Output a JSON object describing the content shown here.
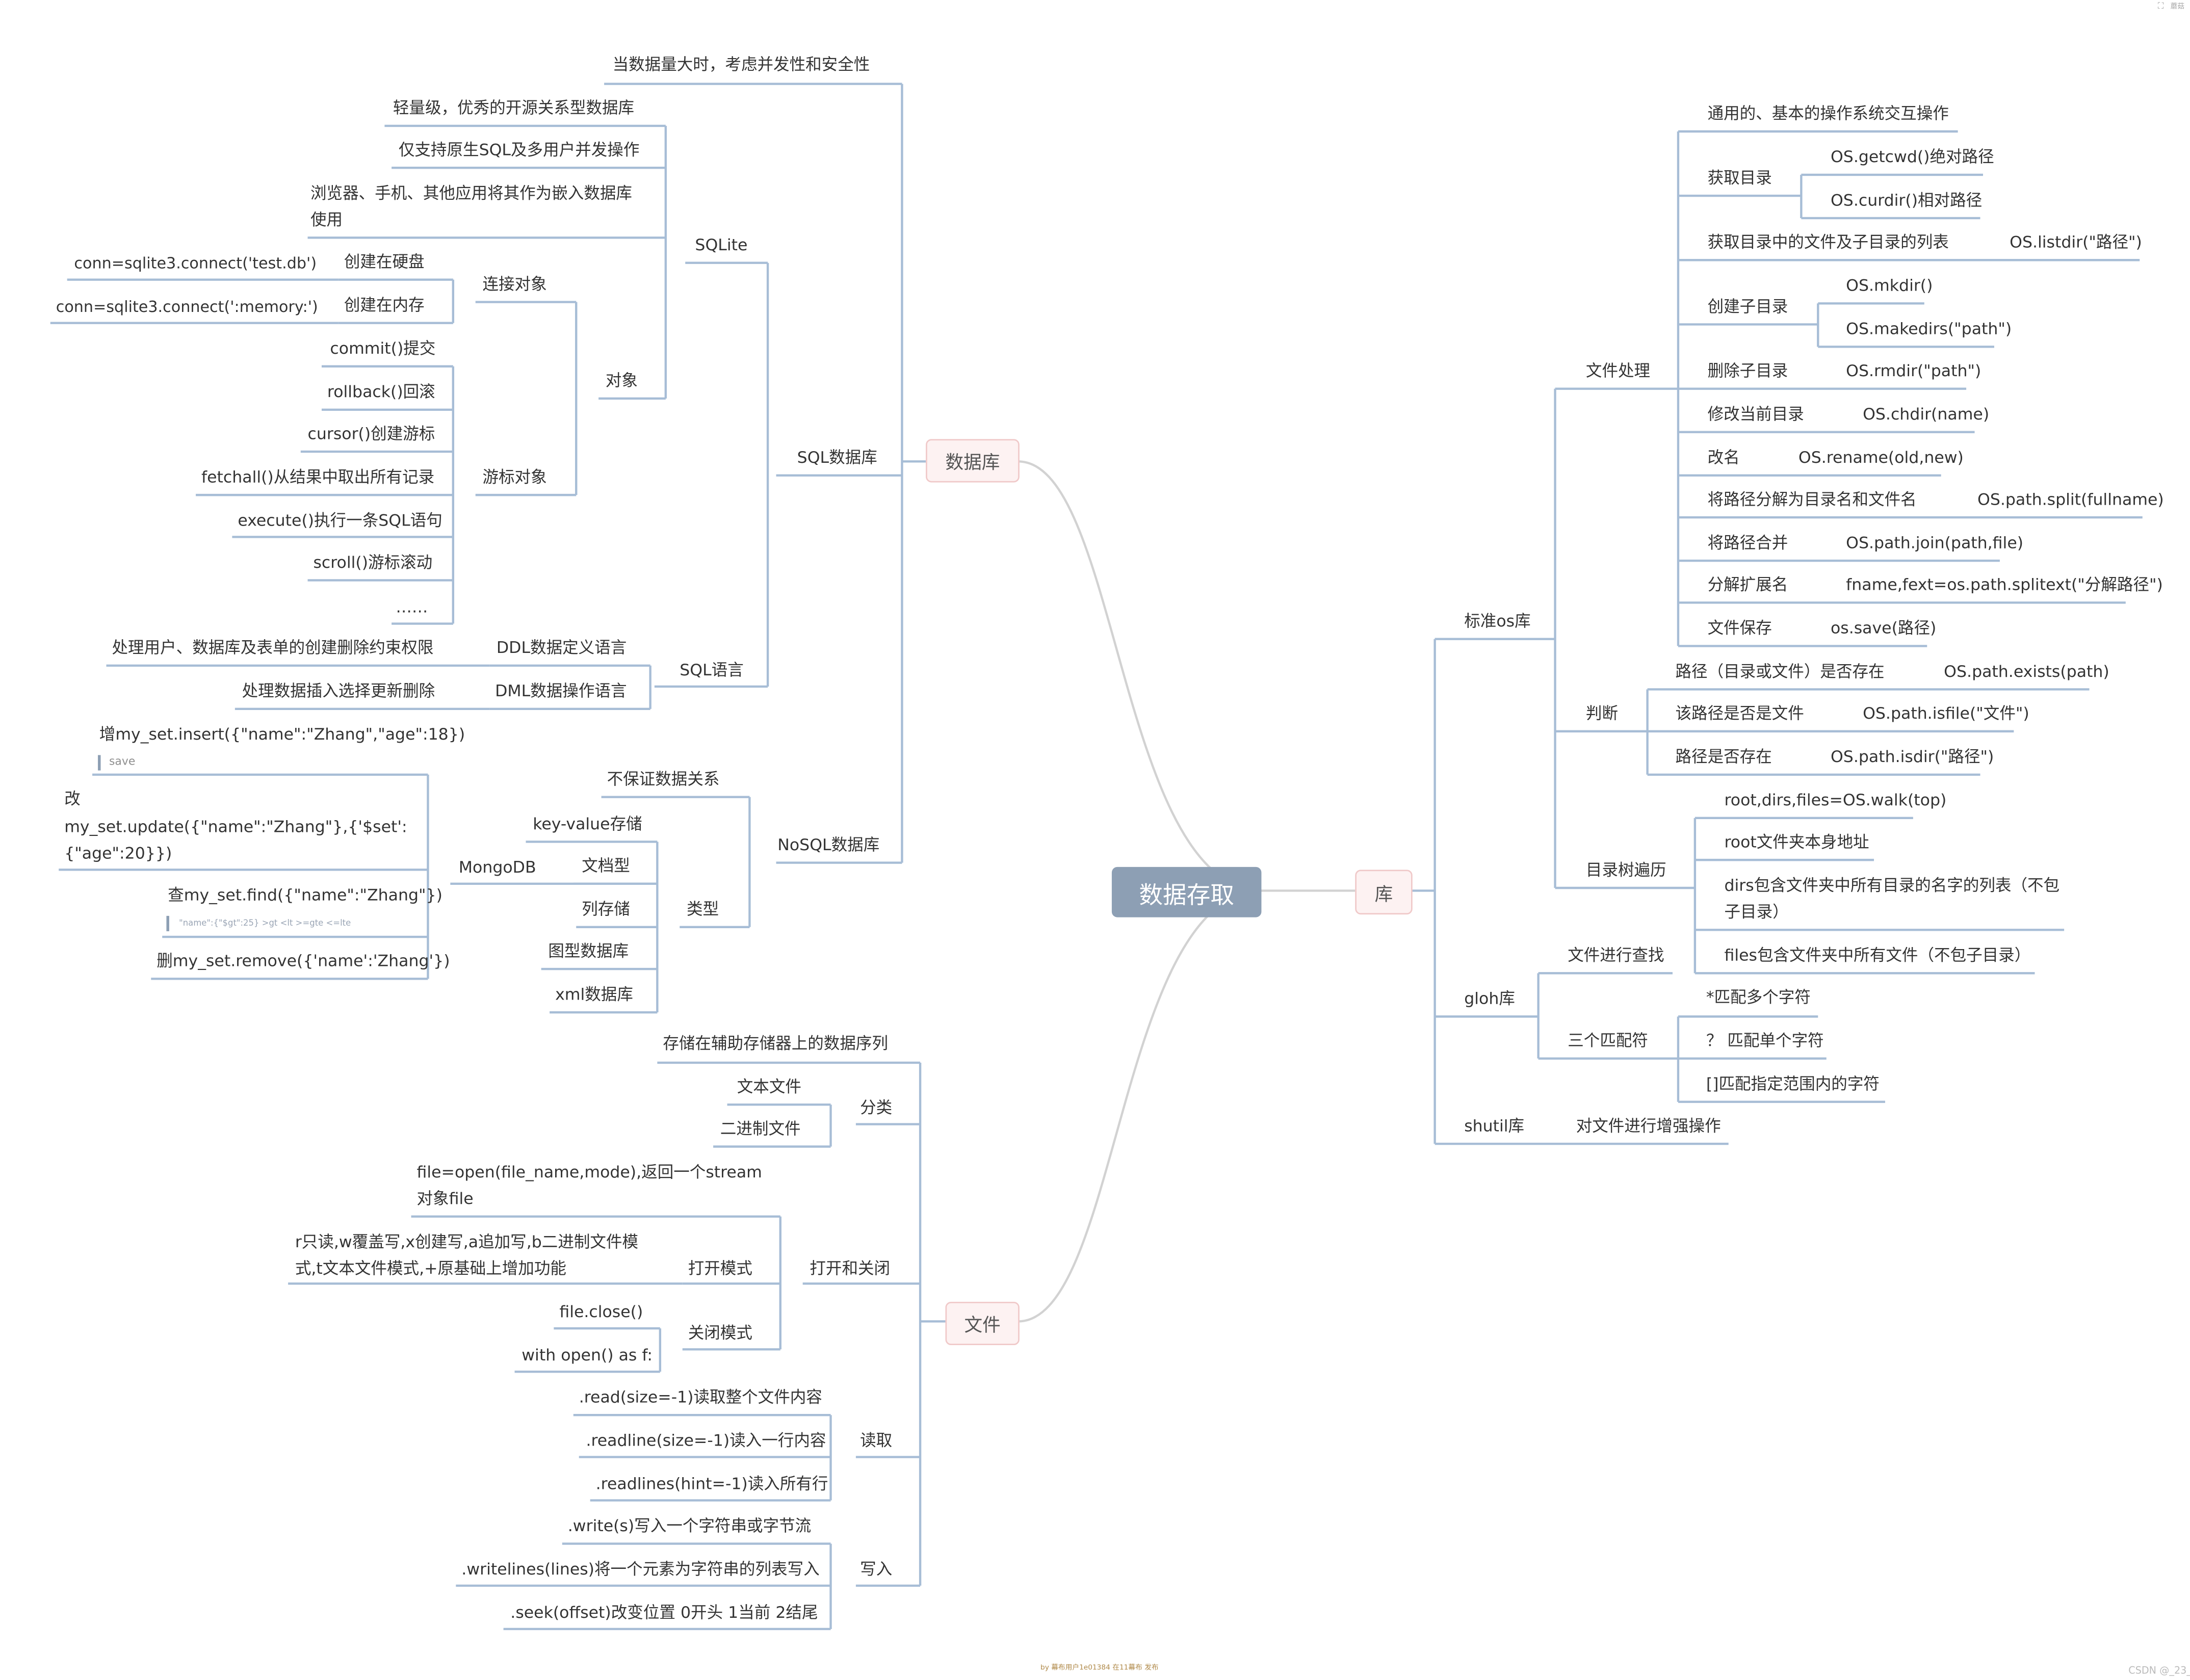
{
  "root": "数据存取",
  "mainBranches": {
    "database": "数据库",
    "library": "库",
    "file": "文件"
  },
  "db": {
    "intro": "当数据量大时，考虑并发性和安全性",
    "sql": {
      "label": "SQL数据库",
      "sqlite": {
        "label": "SQLite",
        "points": [
          "轻量级，优秀的开源关系型数据库",
          "仅支持原生SQL及多用户并发操作",
          "浏览器、手机、其他应用将其作为嵌入数据库使用"
        ],
        "objects": {
          "label": "对象",
          "connection": {
            "label": "连接对象",
            "disk": "创建在硬盘",
            "disk_code": "conn=sqlite3.connect('test.db')",
            "memory": "创建在内存",
            "memory_code": "conn=sqlite3.connect(':memory:')"
          },
          "cursor": {
            "label": "游标对象",
            "items": [
              "commit()提交",
              "rollback()回滚",
              "cursor()创建游标",
              "fetchall()从结果中取出所有记录",
              "execute()执行一条SQL语句",
              "scroll()游标滚动",
              "……"
            ]
          }
        }
      },
      "lang": {
        "label": "SQL语言",
        "ddl": "DDL数据定义语言",
        "ddl_desc": "处理用户、数据库及表单的创建删除约束权限",
        "dml": "DML数据操作语言",
        "dml_desc": "处理数据插入选择更新删除"
      }
    },
    "nosql": {
      "label": "NoSQL数据库",
      "no_relation": "不保证数据关系",
      "types": {
        "label": "类型",
        "items": [
          "key-value存储",
          "文档型",
          "列存储",
          "图型数据库",
          "xml数据库"
        ]
      },
      "mongodb": {
        "label": "MongoDB",
        "insert": "增my_set.insert({\"name\":\"Zhang\",\"age\":18})",
        "insert_note": "save",
        "update_title": "改",
        "update": "my_set.update({\"name\":\"Zhang\"},{'$set':{\"age\":20}})",
        "find": "查my_set.find({\"name\":\"Zhang\"})",
        "find_note": "\"name\":{\"$gt\":25}  >gt   <lt   >=gte   <=lte",
        "remove": "删my_set.remove({'name':'Zhang'})"
      }
    }
  },
  "file": {
    "intro": "存储在辅助存储器上的数据序列",
    "category": {
      "label": "分类",
      "items": [
        "文本文件",
        "二进制文件"
      ]
    },
    "openclose": {
      "label": "打开和关闭",
      "open_func": "file=open(file_name,mode),返回一个stream对象file",
      "open_mode": {
        "label": "打开模式",
        "desc": "r只读,w覆盖写,x创建写,a追加写,b二进制文件模式,t文本文件模式,+原基础上增加功能"
      },
      "close_mode": {
        "label": "关闭模式",
        "items": [
          "file.close()",
          "with open() as f:"
        ]
      }
    },
    "read": {
      "label": "读取",
      "items": [
        ".read(size=-1)读取整个文件内容",
        ".readline(size=-1)读入一行内容",
        ".readlines(hint=-1)读入所有行"
      ]
    },
    "write": {
      "label": "写入",
      "items": [
        ".write(s)写入一个字符串或字节流",
        ".writelines(lines)将一个元素为字符串的列表写入",
        ".seek(offset)改变位置 0开头 1当前 2结尾"
      ]
    }
  },
  "lib": {
    "os": {
      "label": "标准os库",
      "file_proc": {
        "label": "文件处理",
        "intro": "通用的、基本的操作系统交互操作",
        "getdir": {
          "label": "获取目录",
          "abs": "OS.getcwd()绝对路径",
          "rel": "OS.curdir()相对路径"
        },
        "listdir": {
          "label": "获取目录中的文件及子目录的列表",
          "code": "OS.listdir(\"路径\")"
        },
        "mkdir": {
          "label": "创建子目录",
          "a": "OS.mkdir()",
          "b": "OS.makedirs(\"path\")"
        },
        "rmdir": {
          "label": "删除子目录",
          "code": "OS.rmdir(\"path\")"
        },
        "chdir": {
          "label": "修改当前目录",
          "code": "OS.chdir(name)"
        },
        "rename": {
          "label": "改名",
          "code": "OS.rename(old,new)"
        },
        "split": {
          "label": "将路径分解为目录名和文件名",
          "code": "OS.path.split(fullname)"
        },
        "join": {
          "label": "将路径合并",
          "code": "OS.path.join(path,file)"
        },
        "ext": {
          "label": "分解扩展名",
          "code": "fname,fext=os.path.splitext(\"分解路径\")"
        },
        "save": {
          "label": "文件保存",
          "code": "os.save(路径)"
        }
      },
      "judge": {
        "label": "判断",
        "exists": {
          "label": "路径（目录或文件）是否存在",
          "code": "OS.path.exists(path)"
        },
        "isfile": {
          "label": "该路径是否是文件",
          "code": "OS.path.isfile(\"文件\")"
        },
        "isdir": {
          "label": "路径是否存在",
          "code": "OS.path.isdir(\"路径\")"
        }
      },
      "walk": {
        "label": "目录树遍历",
        "items": [
          "root,dirs,files=OS.walk(top)",
          "root文件夹本身地址",
          "dirs包含文件夹中所有目录的名字的列表（不包子目录）",
          "files包含文件夹中所有文件（不包子目录）"
        ]
      }
    },
    "glob": {
      "label": "gloh库",
      "search": "文件进行查找",
      "wild": {
        "label": "三个匹配符",
        "items": [
          "*匹配多个字符",
          "？ 匹配单个字符",
          "[]匹配指定范围内的字符"
        ]
      }
    },
    "shutil": {
      "label": "shutil库",
      "desc": "对文件进行增强操作"
    }
  },
  "corner": {
    "topright": "蘑菇",
    "footer_center": "by 幕布用户1e01384 在11幕布 发布",
    "footer_right": "CSDN @_23_"
  }
}
